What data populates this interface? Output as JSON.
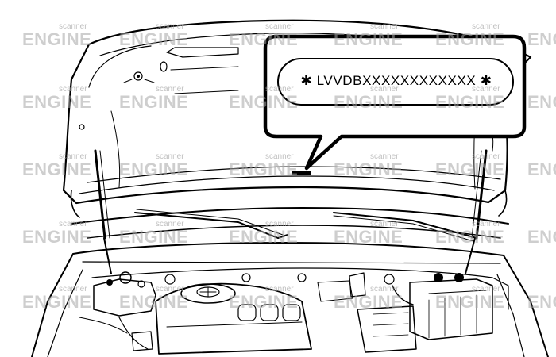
{
  "figure": {
    "vin_label": "✱ LVVDBXXXXXXXXXXXX ✱",
    "watermark": {
      "main": "ENGINE",
      "sub": "scanner"
    }
  }
}
